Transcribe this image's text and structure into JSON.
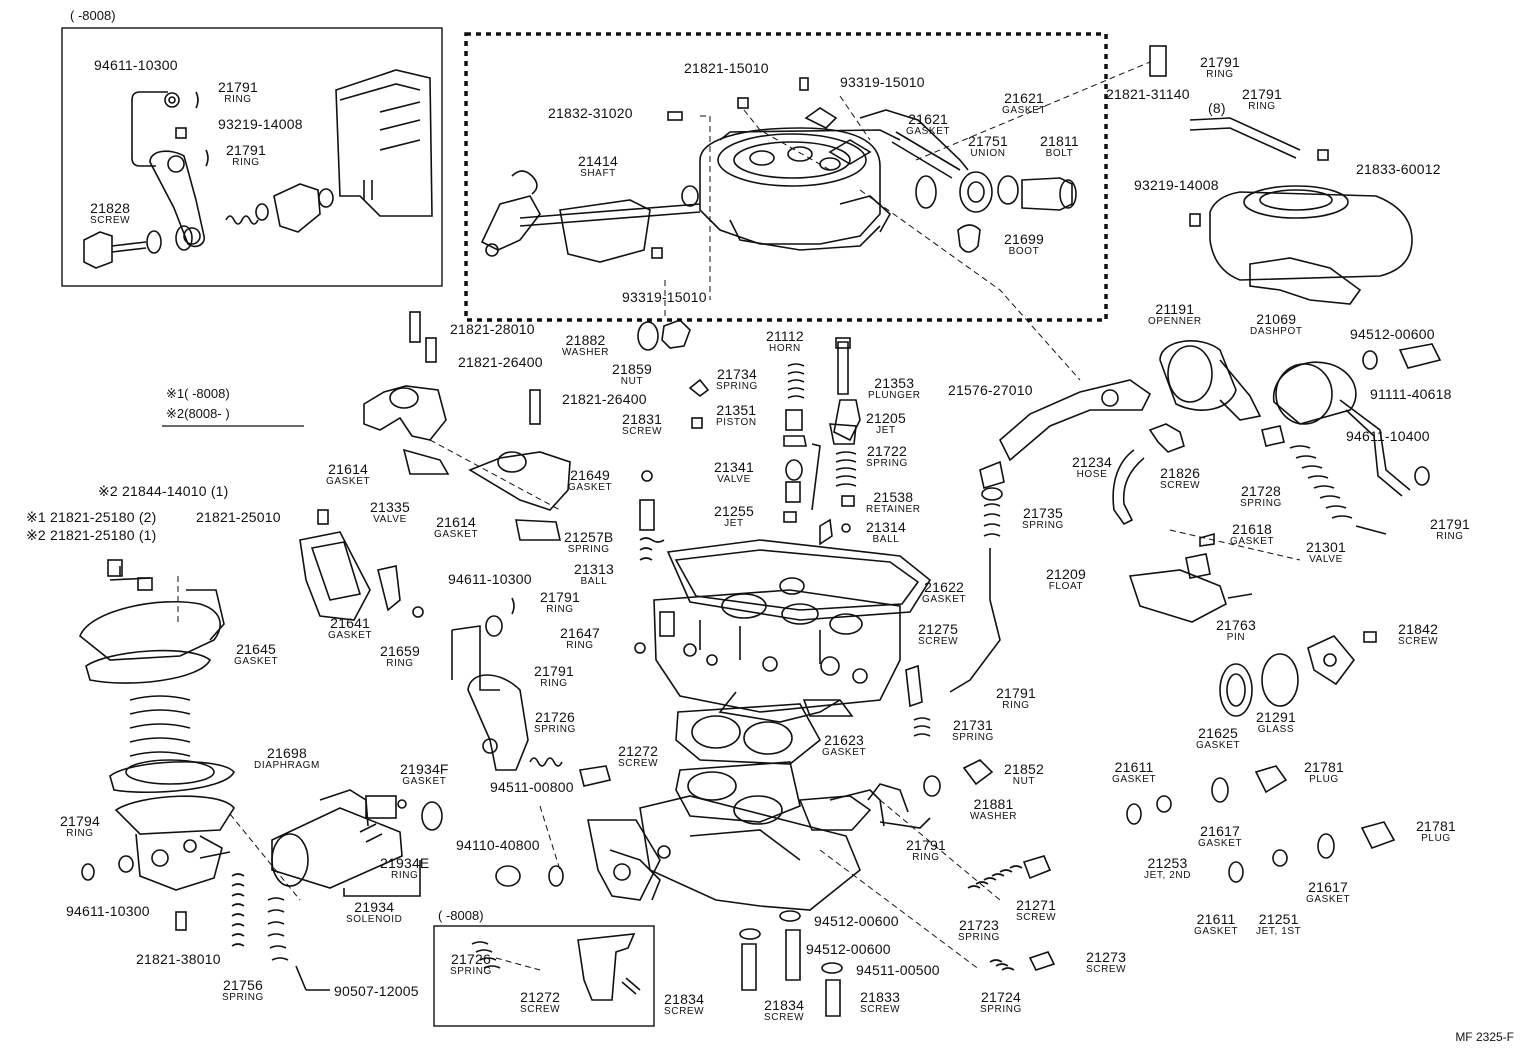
{
  "frames": {
    "top_left": "(      -8008)",
    "bottom_center": "(      -8008)"
  },
  "notes": {
    "note1": "※1(      -8008)",
    "note2": "※2(8008-      )"
  },
  "diagram_code": "MF 2325-F",
  "parts": [
    {
      "num": "94611-10300",
      "name": ""
    },
    {
      "num": "21791",
      "name": "RING"
    },
    {
      "num": "93219-14008",
      "name": ""
    },
    {
      "num": "21791",
      "name": "RING"
    },
    {
      "num": "21828",
      "name": "SCREW"
    },
    {
      "num": "21821-15010",
      "name": ""
    },
    {
      "num": "93319-15010",
      "name": ""
    },
    {
      "num": "21832-31020",
      "name": ""
    },
    {
      "num": "21414",
      "name": "SHAFT"
    },
    {
      "num": "21621",
      "name": "GASKET"
    },
    {
      "num": "21621",
      "name": "GASKET"
    },
    {
      "num": "21751",
      "name": "UNION"
    },
    {
      "num": "21811",
      "name": "BOLT"
    },
    {
      "num": "21699",
      "name": "BOOT"
    },
    {
      "num": "93319-15010",
      "name": ""
    },
    {
      "num": "21821-31140",
      "name": ""
    },
    {
      "num": "21791",
      "name": "RING"
    },
    {
      "num": "(8)",
      "name": ""
    },
    {
      "num": "21791",
      "name": "RING"
    },
    {
      "num": "21833-60012",
      "name": ""
    },
    {
      "num": "93219-14008",
      "name": ""
    },
    {
      "num": "21821-28010",
      "name": ""
    },
    {
      "num": "21821-26400",
      "name": ""
    },
    {
      "num": "21882",
      "name": "WASHER"
    },
    {
      "num": "21859",
      "name": "NUT"
    },
    {
      "num": "21112",
      "name": "HORN"
    },
    {
      "num": "21191",
      "name": "OPENNER"
    },
    {
      "num": "21069",
      "name": "DASHPOT"
    },
    {
      "num": "94512-00600",
      "name": ""
    },
    {
      "num": "91111-40618",
      "name": ""
    },
    {
      "num": "21734",
      "name": "SPRING"
    },
    {
      "num": "21353",
      "name": "PLUNGER"
    },
    {
      "num": "21576-27010",
      "name": ""
    },
    {
      "num": "21821-26400",
      "name": ""
    },
    {
      "num": "21351",
      "name": "PISTON"
    },
    {
      "num": "21205",
      "name": "JET"
    },
    {
      "num": "21831",
      "name": "SCREW"
    },
    {
      "num": "21722",
      "name": "SPRING"
    },
    {
      "num": "94611-10400",
      "name": ""
    },
    {
      "num": "21614",
      "name": "GASKET"
    },
    {
      "num": "21341",
      "name": "VALVE"
    },
    {
      "num": "21649",
      "name": "GASKET"
    },
    {
      "num": "21234",
      "name": "HOSE"
    },
    {
      "num": "21826",
      "name": "SCREW"
    },
    {
      "num": "21538",
      "name": "RETAINER"
    },
    {
      "num": "21728",
      "name": "SPRING"
    },
    {
      "num": "※2 21844-14010 (1)",
      "name": ""
    },
    {
      "num": "21255",
      "name": "JET"
    },
    {
      "num": "21314",
      "name": "BALL"
    },
    {
      "num": "21735",
      "name": "SPRING"
    },
    {
      "num": "21791",
      "name": "RING"
    },
    {
      "num": "※1 21821-25180 (2)",
      "name": ""
    },
    {
      "num": "21821-25010",
      "name": ""
    },
    {
      "num": "21335",
      "name": "VALVE"
    },
    {
      "num": "21614",
      "name": "GASKET"
    },
    {
      "num": "21257B",
      "name": "SPRING"
    },
    {
      "num": "21618",
      "name": "GASKET"
    },
    {
      "num": "21301",
      "name": "VALVE"
    },
    {
      "num": "※2 21821-25180 (1)",
      "name": ""
    },
    {
      "num": "21313",
      "name": "BALL"
    },
    {
      "num": "21209",
      "name": "FLOAT"
    },
    {
      "num": "94611-10300",
      "name": ""
    },
    {
      "num": "21622",
      "name": "GASKET"
    },
    {
      "num": "21791",
      "name": "RING"
    },
    {
      "num": "21641",
      "name": "GASKET"
    },
    {
      "num": "21763",
      "name": "PIN"
    },
    {
      "num": "21647",
      "name": "RING"
    },
    {
      "num": "21275",
      "name": "SCREW"
    },
    {
      "num": "21842",
      "name": "SCREW"
    },
    {
      "num": "21645",
      "name": "GASKET"
    },
    {
      "num": "21659",
      "name": "RING"
    },
    {
      "num": "21791",
      "name": "RING"
    },
    {
      "num": "21791",
      "name": "RING"
    },
    {
      "num": "21625",
      "name": "GASKET"
    },
    {
      "num": "21291",
      "name": "GLASS"
    },
    {
      "num": "21726",
      "name": "SPRING"
    },
    {
      "num": "21731",
      "name": "SPRING"
    },
    {
      "num": "21698",
      "name": "DIAPHRAGM"
    },
    {
      "num": "21623",
      "name": "GASKET"
    },
    {
      "num": "21272",
      "name": "SCREW"
    },
    {
      "num": "21934F",
      "name": "GASKET"
    },
    {
      "num": "21852",
      "name": "NUT"
    },
    {
      "num": "21611",
      "name": "GASKET"
    },
    {
      "num": "21781",
      "name": "PLUG"
    },
    {
      "num": "94511-00800",
      "name": ""
    },
    {
      "num": "21881",
      "name": "WASHER"
    },
    {
      "num": "21794",
      "name": "RING"
    },
    {
      "num": "21617",
      "name": "GASKET"
    },
    {
      "num": "21781",
      "name": "PLUG"
    },
    {
      "num": "94110-40800",
      "name": ""
    },
    {
      "num": "21934E",
      "name": "RING"
    },
    {
      "num": "21791",
      "name": "RING"
    },
    {
      "num": "21253",
      "name": "JET, 2ND"
    },
    {
      "num": "94611-10300",
      "name": ""
    },
    {
      "num": "21617",
      "name": "GASKET"
    },
    {
      "num": "21934",
      "name": "SOLENOID"
    },
    {
      "num": "21271",
      "name": "SCREW"
    },
    {
      "num": "21611",
      "name": "GASKET"
    },
    {
      "num": "21251",
      "name": "JET, 1ST"
    },
    {
      "num": "21723",
      "name": "SPRING"
    },
    {
      "num": "94512-00600",
      "name": ""
    },
    {
      "num": "21821-38010",
      "name": ""
    },
    {
      "num": "21726",
      "name": "SPRING"
    },
    {
      "num": "94512-00600",
      "name": ""
    },
    {
      "num": "21273",
      "name": "SCREW"
    },
    {
      "num": "94511-00500",
      "name": ""
    },
    {
      "num": "21756",
      "name": "SPRING"
    },
    {
      "num": "90507-12005",
      "name": ""
    },
    {
      "num": "21272",
      "name": "SCREW"
    },
    {
      "num": "21834",
      "name": "SCREW"
    },
    {
      "num": "21834",
      "name": "SCREW"
    },
    {
      "num": "21833",
      "name": "SCREW"
    },
    {
      "num": "21724",
      "name": "SPRING"
    }
  ]
}
